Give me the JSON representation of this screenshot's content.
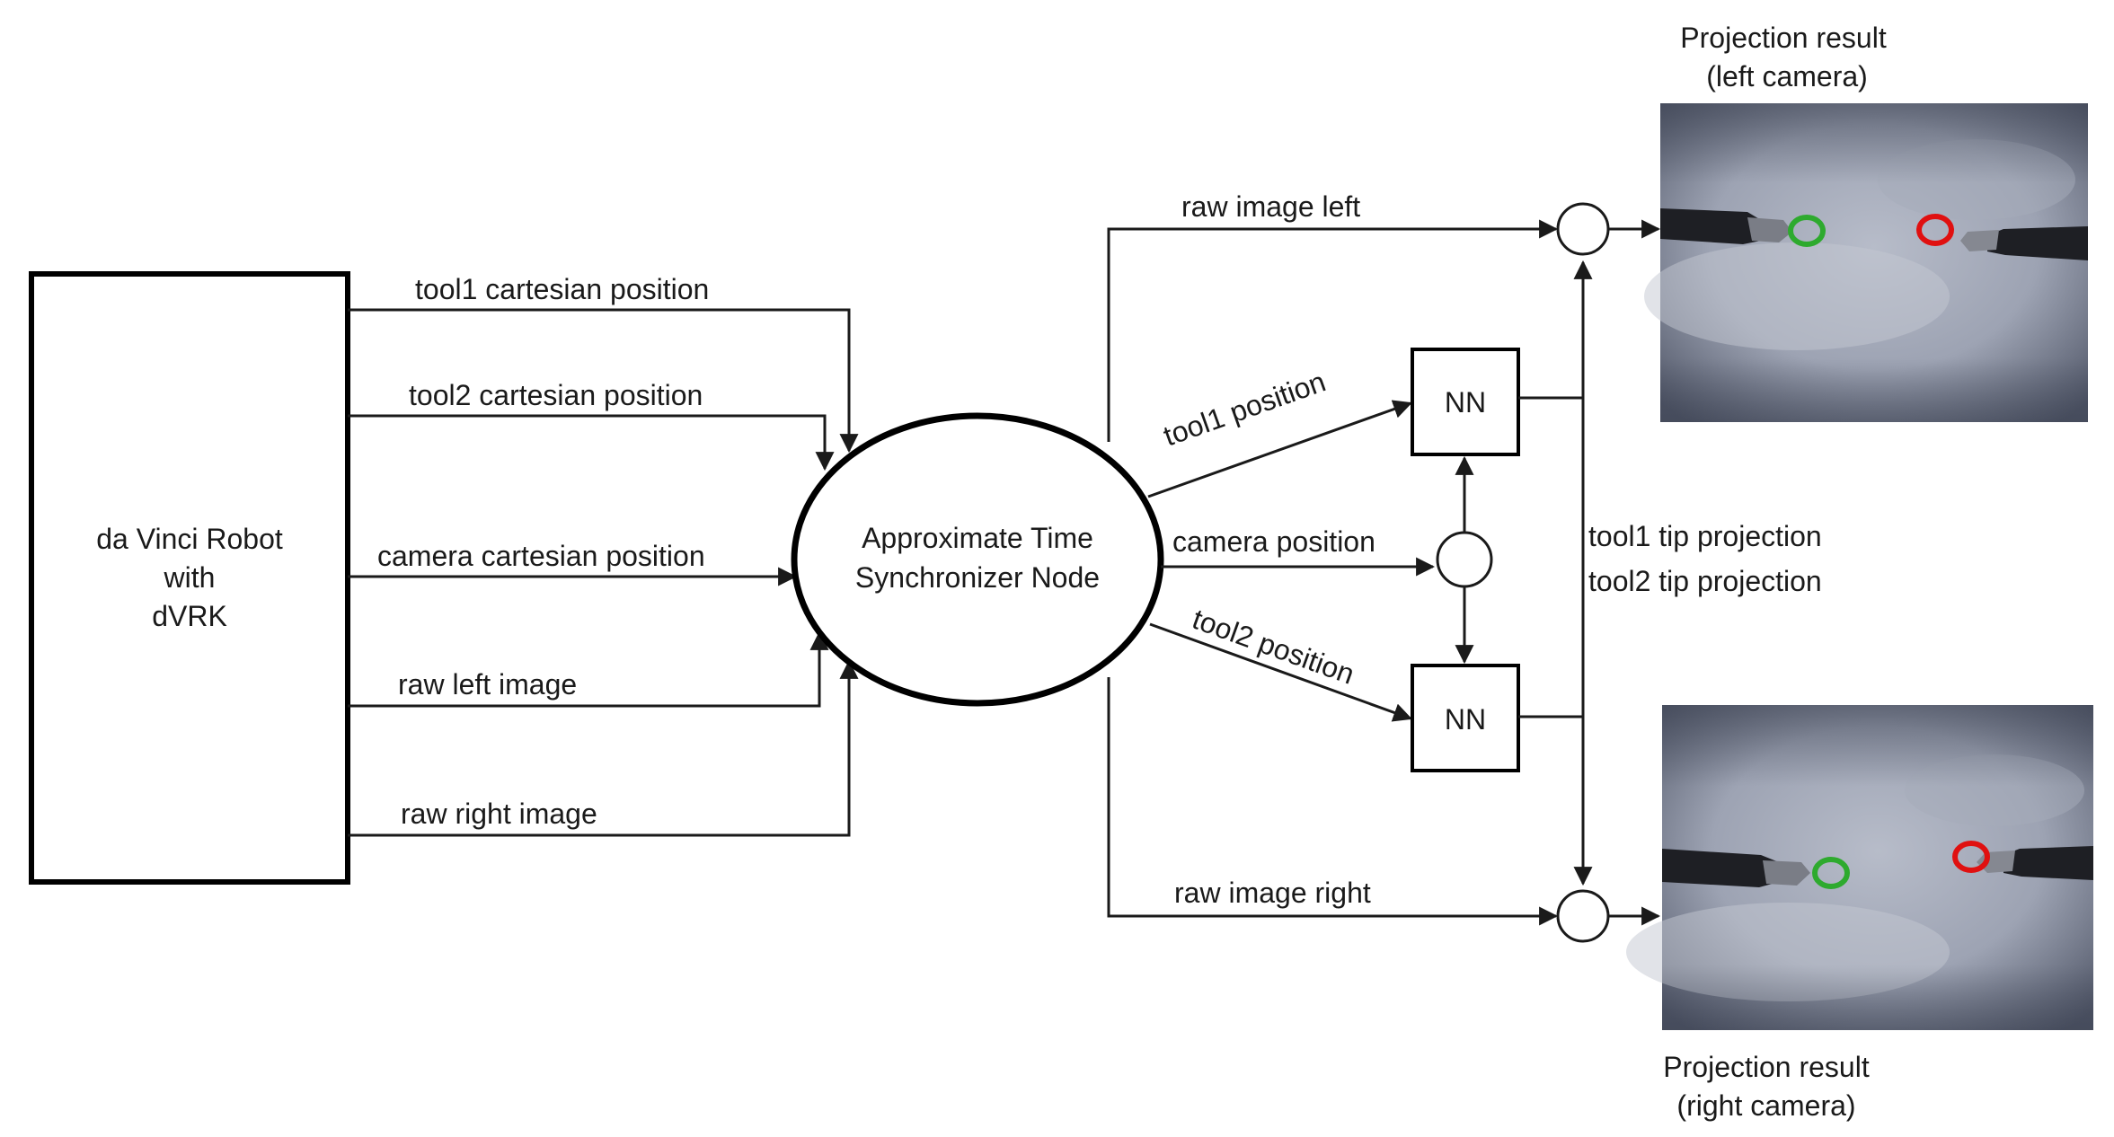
{
  "robot": {
    "line1": "da Vinci Robot",
    "line2": "with",
    "line3": "dVRK"
  },
  "sync_node": {
    "line1": "Approximate Time",
    "line2": "Synchronizer Node"
  },
  "inputs": {
    "tool1": "tool1 cartesian position",
    "tool2": "tool2 cartesian position",
    "camera": "camera cartesian position",
    "raw_left": "raw left image",
    "raw_right": "raw right image"
  },
  "outputs": {
    "raw_image_left": "raw image left",
    "tool1_position": "tool1 position",
    "camera_position": "camera position",
    "tool2_position": "tool2 position",
    "raw_image_right": "raw image right"
  },
  "nn": {
    "top": "NN",
    "bottom": "NN"
  },
  "projections": {
    "tool1_tip": "tool1 tip projection",
    "tool2_tip": "tool2 tip projection"
  },
  "results": {
    "left_line1": "Projection result",
    "left_line2": "(left camera)",
    "right_line1": "Projection result",
    "right_line2": "(right camera)"
  },
  "colors": {
    "marker_tool1": "#2eaa2e",
    "marker_tool2": "#e01010"
  }
}
